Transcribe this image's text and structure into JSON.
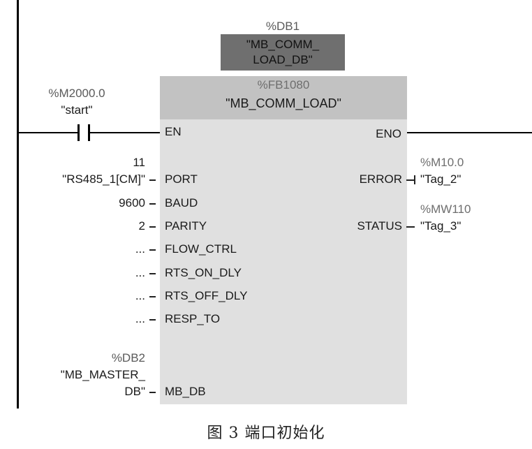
{
  "instance_db": {
    "address": "%DB1",
    "name": "\"MB_COMM_\nLOAD_DB\"",
    "name_line1": "\"MB_COMM_",
    "name_line2": "LOAD_DB\""
  },
  "block": {
    "address": "%FB1080",
    "name": "\"MB_COMM_LOAD\""
  },
  "contact": {
    "address": "%M2000.0",
    "tag": "\"start\""
  },
  "pins": {
    "en": "EN",
    "eno": "ENO",
    "port": "PORT",
    "baud": "BAUD",
    "parity": "PARITY",
    "flow_ctrl": "FLOW_CTRL",
    "rts_on_dly": "RTS_ON_DLY",
    "rts_off_dly": "RTS_OFF_DLY",
    "resp_to": "RESP_TO",
    "mb_db": "MB_DB",
    "error": "ERROR",
    "status": "STATUS"
  },
  "inputs": {
    "port_value": "11",
    "port_tag": "\"RS485_1[CM]\"",
    "baud_value": "9600",
    "parity_value": "2",
    "flow_ctrl_value": "...",
    "rts_on_dly_value": "...",
    "rts_off_dly_value": "...",
    "resp_to_value": "...",
    "mb_db_address": "%DB2",
    "mb_db_tag_line1": "\"MB_MASTER_",
    "mb_db_tag_line2": "DB\""
  },
  "outputs": {
    "error_address": "%M10.0",
    "error_tag": "\"Tag_2\"",
    "status_address": "%MW110",
    "status_tag": "\"Tag_3\""
  },
  "caption": "图 3   端口初始化"
}
